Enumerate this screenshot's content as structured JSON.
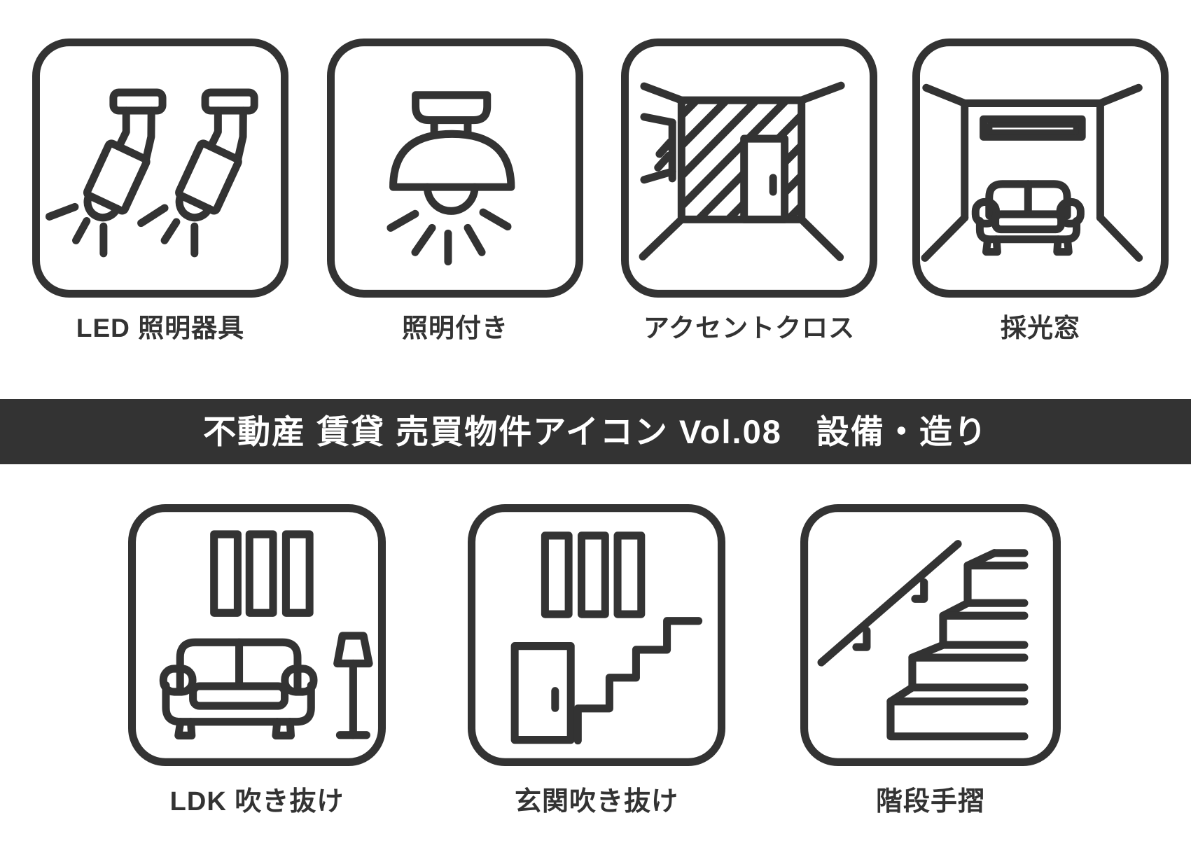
{
  "page": {
    "background": "#ffffff"
  },
  "colors": {
    "ink": "#333333"
  },
  "banner": {
    "title": "不動産 賃貸 売買物件アイコン Vol.08　設備・造り",
    "background": "#333333",
    "text_color": "#ffffff"
  },
  "icons": [
    {
      "label": "LED 照明器具",
      "icon": "led-downlights-icon"
    },
    {
      "label": "照明付き",
      "icon": "ceiling-light-icon"
    },
    {
      "label": "アクセントクロス",
      "icon": "accent-wall-icon"
    },
    {
      "label": "採光窓",
      "icon": "daylight-window-icon"
    },
    {
      "label": "LDK 吹き抜け",
      "icon": "ldk-atrium-icon"
    },
    {
      "label": "玄関吹き抜け",
      "icon": "entrance-atrium-icon"
    },
    {
      "label": "階段手摺",
      "icon": "stair-handrail-icon"
    }
  ]
}
